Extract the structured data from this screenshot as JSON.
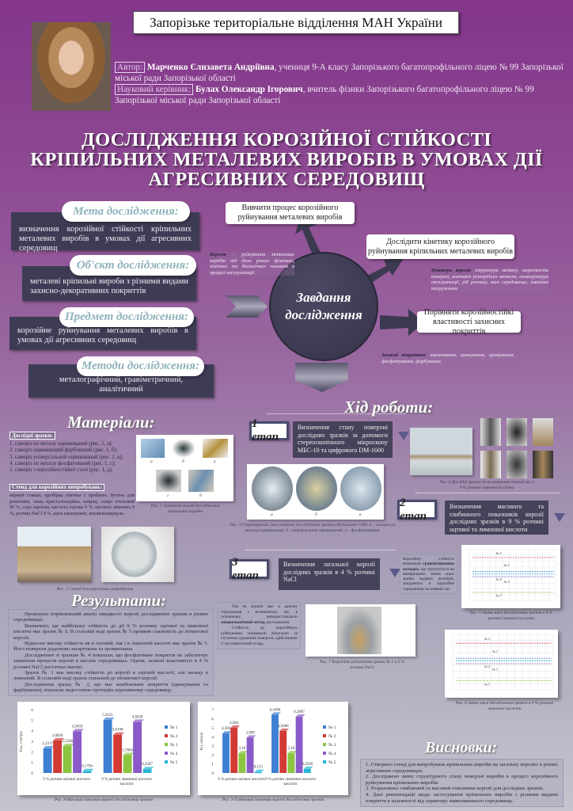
{
  "header": {
    "organization": "Запорізьке територіальне відділення МАН України",
    "author_label": "Автор:",
    "author_name": "Марченко Єлизавета Андріївна",
    "author_info": ", учениця 9-А класу Запорізького багатопрофільного ліцею № 99 Запорізької міської ради Запорізької області",
    "supervisor_label": "Науковий керівник:",
    "supervisor_name": "Булах Олександр Ігорович",
    "supervisor_info": ", вчитель фізики Запорізького багатопрофільного ліцею № 99 Запорізької міської ради Запорізької області",
    "title": "ДОСЛІДЖЕННЯ КОРОЗІЙНОЇ СТІЙКОСТІ КРІПИЛЬНИХ МЕТАЛЕВИХ ВИРОБІВ В УМОВАХ ДІЇ АГРЕСИВНИХ СЕРЕДОВИЩ"
  },
  "intro": [
    {
      "label": "Мета дослідження:",
      "text": "визначення корозійної стійкості кріпильних металевих виробів в умовах дії агресивних середовищ"
    },
    {
      "label": "Об'єкт дослідження:",
      "text": "металеві кріпильні вироби з різними видами захисно-декоративних покриттів"
    },
    {
      "label": "Предмет дослідження:",
      "text": "корозійне руйнування металевих виробів в умовах дії агресивних середовищ"
    },
    {
      "label": "Методи дослідження:",
      "text": "металографічний, гравіметричний, аналітичний"
    }
  ],
  "tasks": {
    "center": "Завдання дослідження",
    "items": [
      "Вивчити процес корозійного руйнування металевих виробів",
      "Дослідити кінетику корозійного руйнування кріпильних металевих виробів",
      "Порівняти корозійностійкі властивості захисних покриттів"
    ]
  },
  "notes": {
    "corrosion_term": "Корозія",
    "corrosion_text": " – руйнування металевих виробів під дією різних фізичних, хімічних та біологічних чинників в процесі експлуатації.",
    "factors_term": "Фактори корозії:",
    "factors_text": " структура металу, шорсткість поверхні, контакт різнорідних металів, температура експлуатації, pH розчину, тип середовища, зовнішні напруження.",
    "coatings_term": "Захисні покриття:",
    "coatings_text": " нікелювання, цинкування, хромування, фосфатування, фарбування."
  },
  "materials": {
    "heading": "Матеріали:",
    "samples_label": "Дослідні зразки:",
    "samples": [
      "1. саморіз по металу оцинкований (рис. 1, а);",
      "2. саморіз оцинкований фарбований (рис. 1, б);",
      "3. саморіз універсальний оцинкований (рис. 1, в);",
      "4. саморіз по металу фосфатований (рис. 1, г);",
      "5. саморіз з корозійностійкої сталі (рис. 1, д)."
    ],
    "stand_label": "Стенд для корозійних випробувань:",
    "stand_text": "мірний стакан, пробірка хімічна з пробкою, бутиль для реактивів, чаша кристалізаційна, шприц, спирт етиловий 96 %, сода харчова, кислота оцтова 9 %, кислота лимонна 9 %, розчин NaCl 4 %, ваги електронні, штангенциркуль.",
    "fig1_letters": [
      "а",
      "б",
      "в",
      "г",
      "д"
    ],
    "fig1_caption": "Рис. 1 Зовнішній вигляд досліджених кріпильних виробів",
    "fig2_caption": "Рис. 2 Стенд для корозійних випробувань"
  },
  "workflow": {
    "heading": "Хід роботи:",
    "stages": [
      {
        "label": "1 етап",
        "text": "Визначення стану поверхні дослідних зразків за допомоги стереоскопічного мікроскопу МБС-10 та цифрового DM-1600"
      },
      {
        "label": "2 етап",
        "text": "Визначення масового та глибинного показників корозії дослідних зразків в 9 % розчині оцтової та лимонної кислоти"
      },
      {
        "label": "3 етап",
        "text": "Визначення загальної корозії дослідних зразків в 4 % розчині NaCl"
      }
    ],
    "fig3_letters": [
      "а",
      "б",
      "в"
    ],
    "fig3_caption": "Рис. 3 Структурний стан поверхні досліджених зразків (збільшення ×60): а – саморіз по металу оцинкований; б – універсальний оцинкований; в – фосфатований.",
    "fig4_caption": "Рис. 4 Дослідні зразки після витримки певний час в 9 % розчині оцтової кислоти",
    "gravi_pre": "Корозійну стійкість визначали ",
    "gravi_bold": "гравіметричним методом",
    "gravi_post": ", що ґрунтується на вимірюванні зміни маси зразка заданих розмірів, зануреного в корозійне середовище на певний час.",
    "fig5_caption": "Рис. 5 Зміна маси досліджених зразків в 9 % розчині оцтової кислоти",
    "fig6_caption": "Рис. 6 Зміна маси досліджених зразків в 9 % розчині лимонної кислоти",
    "line_labels": [
      "№ 2",
      "№ 1",
      "№ 4",
      "№ 3",
      "№ 5"
    ],
    "macro_pre": "Так як втрати мас в даному середовищі є незначними, ми, в основному, використовували ",
    "macro_bold": "макроскопічний метод",
    "macro_post": " дослідження.",
    "macro_p2": "Стійкість до корозійного руйнування оцінювали візуально за ступенем ураження поверхні, здійснюючи її систематичний огляд.",
    "fig7_caption": "Рис. 7 Корозійне руйнування зразка № 1 в 4 % розчині NaCl"
  },
  "results": {
    "heading": "Результати:",
    "paragraphs": [
      "Проведено порівняльний аналіз швидкості корозії досліджених зразків в різних середовищах.",
      "Визначено, що найбільшу стійкість до дії 9 % розчину оцтової та лимонної кислоти має зразок № 5. В сольовій воді зразок № 5 проявив схильність до пітингової корозії.",
      "Відносно високу стійкість як в оцтовій, так і в лимонній кислоті має зразок № 3. Його поверхня додатково загартована та хроматована.",
      "Дослідження зі зразком № 4 показали, що фосфатоване покриття не забезпечує зниження процесів корозії в кислих середовищах. Однак, захисні властивості в 4 % розчині NaCl достатньо високі.",
      "Зразок № 1 має високу стійкість до корозії в оцтовій кислоті, але низьку в лимонній. В сольовій воді зразок схильний до пітингової корозії.",
      "Дослідження зразка № 2, що має комбіноване покриття (цинкування та фарбування), показали недостатню протидію агресивному середовищу."
    ]
  },
  "conclusions": {
    "heading": "Висновки:",
    "items": [
      "1. Створено стенд для випробувань кріпильних виробів на загальну корозію в різних агресивних середовищах.",
      "2. Досліджено зміну структурного стану поверхні виробів в процесі корозійного руйнування кріпильних виробів.",
      "3. Розраховано глибинний та масовий показники корозії для дослідних зразків.",
      "4. Дані рекомендації щодо застосування кріпильних виробів з різними видами покриття в залежності від характеру навколишнього середовища."
    ]
  },
  "chart_data": [
    {
      "type": "bar",
      "title": "",
      "caption": "Рис. 8 Масовий показник корозії досліджених зразків",
      "ylabel": "Kм, г/см²рік",
      "xlabel": "",
      "ylim": [
        0,
        6
      ],
      "yticks": [
        0,
        1,
        2,
        3,
        4,
        5,
        6
      ],
      "legend": "right",
      "categories": [
        "9 % розчин оцтової кислоти",
        "9 % розчин лимонної кислоти кислоти"
      ],
      "series": [
        {
          "name": "№ 1",
          "color": "#3d7fd3",
          "values": [
            2.3317,
            5.0221
          ],
          "labels": [
            "2,3317",
            "5,0221"
          ]
        },
        {
          "name": "№ 2",
          "color": "#d23a34",
          "values": [
            3.0836,
            3.6198
          ],
          "labels": [
            "3,0836",
            "3,6198"
          ]
        },
        {
          "name": "№ 3",
          "color": "#8cc540",
          "values": [
            2.5506,
            1.7004
          ],
          "labels": [
            "2,5506",
            "1,7004"
          ]
        },
        {
          "name": "№ 4",
          "color": "#8a5ac8",
          "values": [
            3.9459,
            4.8428
          ],
          "labels": [
            "3,9459",
            "4,8428"
          ]
        },
        {
          "name": "№ 5",
          "color": "#27b5d5",
          "values": [
            0.1794,
            0.3587
          ],
          "labels": [
            "0,1794",
            "0,3587"
          ]
        }
      ]
    },
    {
      "type": "bar",
      "title": "",
      "caption": "Рис. 9 Глибинний показник корозії досліджених зразків",
      "ylabel": "Kп, мм/рік",
      "xlabel": "",
      "ylim": [
        0,
        7
      ],
      "yticks": [
        0,
        1,
        2,
        3,
        4,
        5,
        6,
        7
      ],
      "legend": "right",
      "categories": [
        "9 % розчин оцтової кислоти",
        "9 % розчин лимонної кислоти кислоти"
      ],
      "series": [
        {
          "name": "№ 1",
          "color": "#3d7fd3",
          "values": [
            4.369,
            6.4386
          ],
          "labels": [
            "4,369",
            "6,4386"
          ]
        },
        {
          "name": "№ 2",
          "color": "#d23a34",
          "values": [
            4.984,
            4.6488
          ],
          "labels": [
            "4,984",
            "4,6488"
          ]
        },
        {
          "name": "№ 3",
          "color": "#8cc540",
          "values": [
            2.18,
            2.18
          ],
          "labels": [
            "2,18",
            "2,18"
          ]
        },
        {
          "name": "№ 4",
          "color": "#8a5ac8",
          "values": [
            3.909,
            6.2087
          ],
          "labels": [
            "3,909",
            "6,2087"
          ]
        },
        {
          "name": "№ 5",
          "color": "#27b5d5",
          "values": [
            0.115,
            0.459
          ],
          "labels": [
            "0,115",
            "0,4590"
          ]
        }
      ]
    }
  ]
}
